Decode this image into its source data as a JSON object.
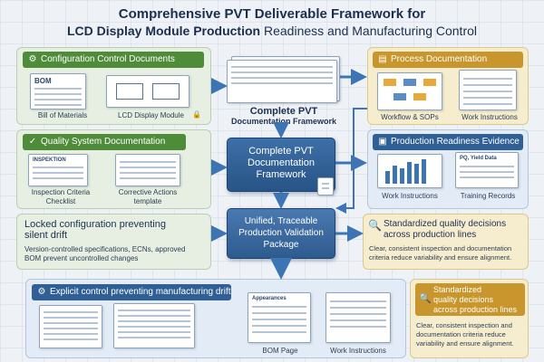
{
  "title": {
    "line1": "Comprehensive PVT Deliverable Framework for",
    "line2_bold": "LCD Display Module Production",
    "line2_light": " Readiness and Manufacturing Control"
  },
  "config": {
    "header": "Configuration Control Documents",
    "doc_label": "BOM",
    "captions": [
      "Bill of Materials",
      "LCD Display Module"
    ]
  },
  "process": {
    "header": "Process Documentation",
    "captions": [
      "Workflow & SOPs",
      "Work Instructions"
    ]
  },
  "quality": {
    "header": "Quality System Documentation",
    "doc_label": "INSPEKTION",
    "captions": [
      "Inspection Criteria\nChecklist",
      "Corrective Actions\ntemplate"
    ]
  },
  "production": {
    "header": "Production Readiness Evidence",
    "doc_label": "PQ, Yield Data",
    "captions": [
      "Work Instructions",
      "Training Records"
    ]
  },
  "central_top": {
    "line1": "Complete PVT",
    "line2": "Documentation Framework"
  },
  "central_mid": {
    "line1": "Complete PVT",
    "line2": "Documentation",
    "line3": "Framework"
  },
  "central_low": {
    "line1": "Unified, Traceable",
    "line2": "Production Validation",
    "line3": "Package"
  },
  "locked": {
    "title1": "Locked configuration preventing",
    "title2": "silent drift",
    "body1": "Version-controlled specifications, ECNs, approved",
    "body2": "BOM prevent uncontrolled changes"
  },
  "decisions": {
    "title1": "Standardized quality decisions",
    "title2": "across production lines",
    "body1": "Clear, consistent inspection and documentation",
    "body2": "criteria reduce variability and ensure alignment."
  },
  "drift": {
    "header": "Explicit control preventing manufacturing drift",
    "doc_label": "Appearances",
    "captions": [
      "BOM Page",
      "Work Instructions"
    ]
  },
  "std_box": {
    "title1": "Standardized",
    "title2": "quality decisions",
    "title3": "across production lines",
    "body1": "Clear, consistent inspection and",
    "body2": "documentation criteria reduce",
    "body3": "variability and ensure alignment."
  },
  "colors": {
    "green": "#4f8c3a",
    "blue": "#2f5f95",
    "gold": "#c9962d"
  },
  "icons": [
    "gear-icon",
    "document-icon",
    "checkmark-icon",
    "monitor-icon",
    "magnifier-icon",
    "lock-icon"
  ]
}
